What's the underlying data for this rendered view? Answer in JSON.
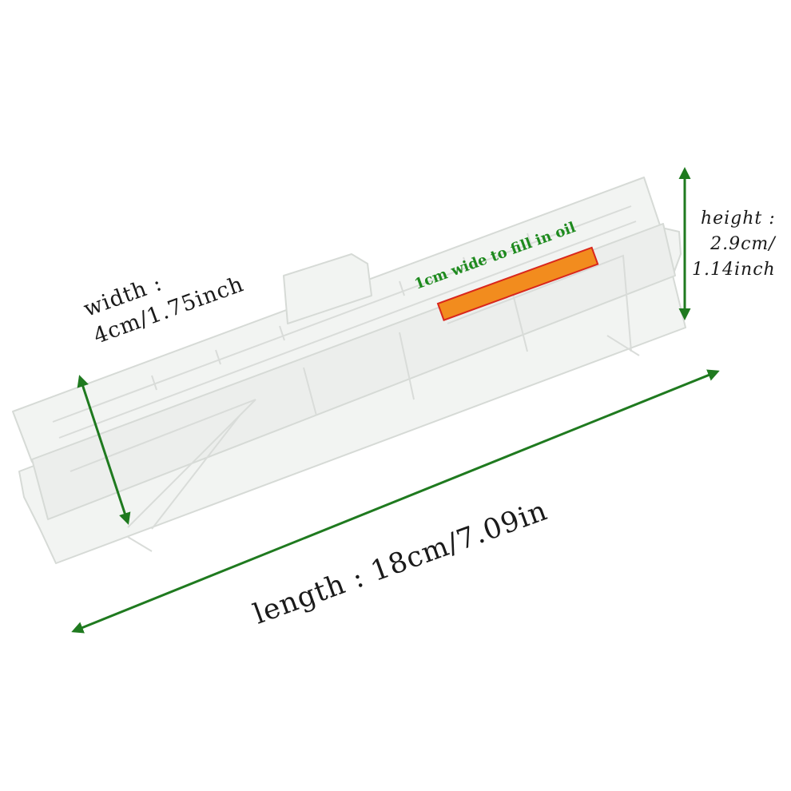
{
  "labels": {
    "width_title": "width :",
    "width_value": "4cm/1.75inch",
    "length": "length : 18cm/7.09in",
    "height_title": "height :",
    "height_cm": "2.9cm/",
    "height_inch": "1.14inch",
    "oil_note": "1cm wide to fill in oil"
  },
  "colors": {
    "arrow": "#1f7a1f",
    "oil_note_text": "#1e8a1e",
    "oil_strip_fill": "#f28c1e",
    "oil_strip_border": "#d9261c",
    "part_fill": "#f2f4f2",
    "part_edge": "#d6dad6"
  },
  "icons": {
    "width_arrow": "double-headed-arrow",
    "length_arrow": "double-headed-arrow",
    "height_arrow": "double-headed-arrow"
  }
}
